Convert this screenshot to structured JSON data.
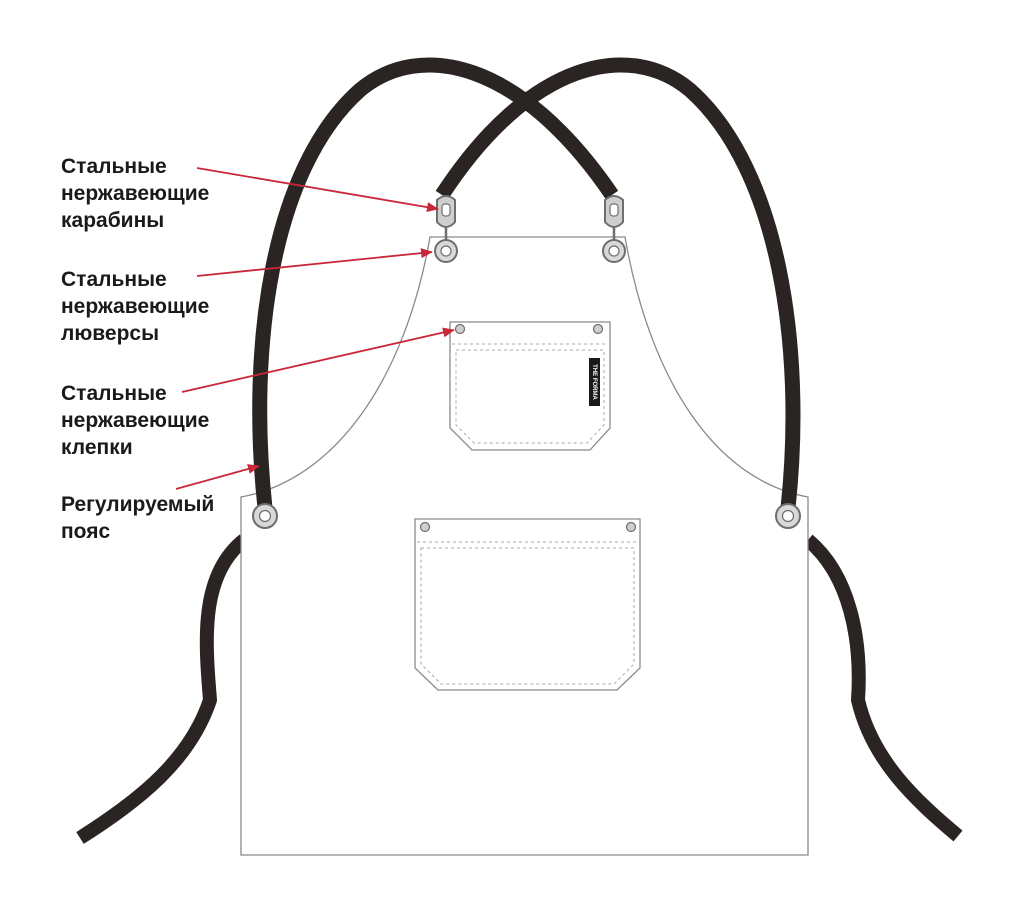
{
  "colors": {
    "strap": "#2a2422",
    "outline": "#8a8a8a",
    "stitch": "#a8a8a8",
    "arrow": "#c8283a",
    "metal": "#8e8e8e",
    "text": "#1a1a1a"
  },
  "brand_label": {
    "text": "THE FORMA"
  },
  "callouts": [
    {
      "id": "carabiners",
      "lines": [
        "Стальные",
        "нержавеющие",
        "карабины"
      ]
    },
    {
      "id": "grommets",
      "lines": [
        "Стальные",
        "нержавеющие",
        "люверсы"
      ]
    },
    {
      "id": "rivets",
      "lines": [
        "Стальные",
        "нержавеющие",
        "клепки"
      ]
    },
    {
      "id": "belt",
      "lines": [
        "Регулируемый",
        "пояс"
      ]
    }
  ]
}
